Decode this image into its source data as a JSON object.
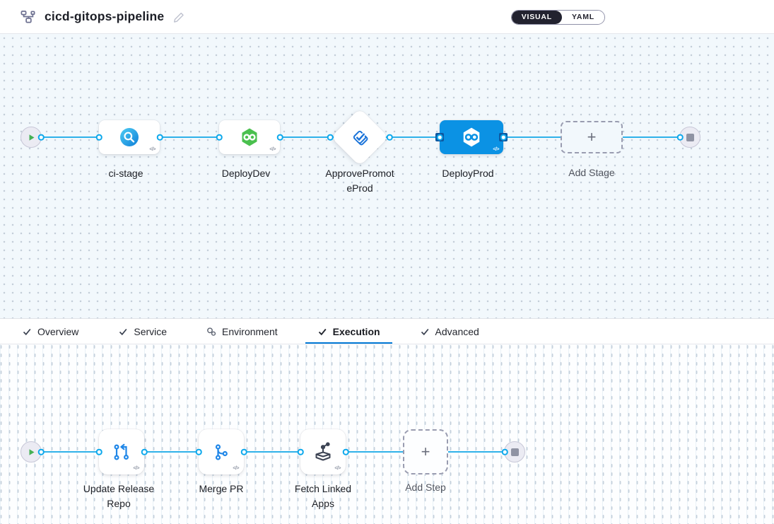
{
  "header": {
    "title": "cicd-gitops-pipeline",
    "pipeline_icon": "pipeline-graph-icon",
    "edit_icon": "edit-pencil-icon",
    "mode_toggle": {
      "visual_label": "VISUAL",
      "yaml_label": "YAML",
      "selected": "VISUAL"
    }
  },
  "stage_canvas": {
    "stages": [
      {
        "name": "ci-stage",
        "icon": "ci-build-stage-icon",
        "selected": false
      },
      {
        "name": "DeployDev",
        "icon": "cd-hexagon-icon",
        "selected": false
      },
      {
        "name": "ApprovePromoteProd",
        "icon": "approval-check-icon",
        "selected": false,
        "shape": "diamond"
      },
      {
        "name": "DeployProd",
        "icon": "cd-hexagon-icon",
        "selected": true
      }
    ],
    "add_stage_label": "Add Stage",
    "start_icon": "play-icon",
    "end_icon": "stop-icon"
  },
  "tab_bar": {
    "tabs": [
      {
        "label": "Overview",
        "icon": "check-icon",
        "active": false
      },
      {
        "label": "Service",
        "icon": "check-icon",
        "active": false
      },
      {
        "label": "Environment",
        "icon": "pending-circles-icon",
        "active": false
      },
      {
        "label": "Execution",
        "icon": "check-icon",
        "active": true
      },
      {
        "label": "Advanced",
        "icon": "check-icon",
        "active": false
      }
    ]
  },
  "execution_canvas": {
    "steps": [
      {
        "name": "Update Release Repo",
        "icon": "update-release-repo-icon"
      },
      {
        "name": "Merge PR",
        "icon": "merge-pr-icon"
      },
      {
        "name": "Fetch Linked Apps",
        "icon": "fetch-linked-apps-icon"
      }
    ],
    "add_step_label": "Add Step",
    "start_icon": "play-icon",
    "end_icon": "stop-icon"
  },
  "misc": {
    "code_badge": "</>",
    "add_icon_glyph": "+"
  },
  "colors": {
    "accent_blue": "#0278d5",
    "connector_blue": "#2fb1e9",
    "selected_node_blue": "#0b92e4",
    "cd_icon_green": "#4ac04e",
    "approval_icon_blue": "#1a73d9",
    "play_green": "#45b054",
    "toggle_dark": "#22222f",
    "canvas_tint": "#f2f8fc"
  }
}
